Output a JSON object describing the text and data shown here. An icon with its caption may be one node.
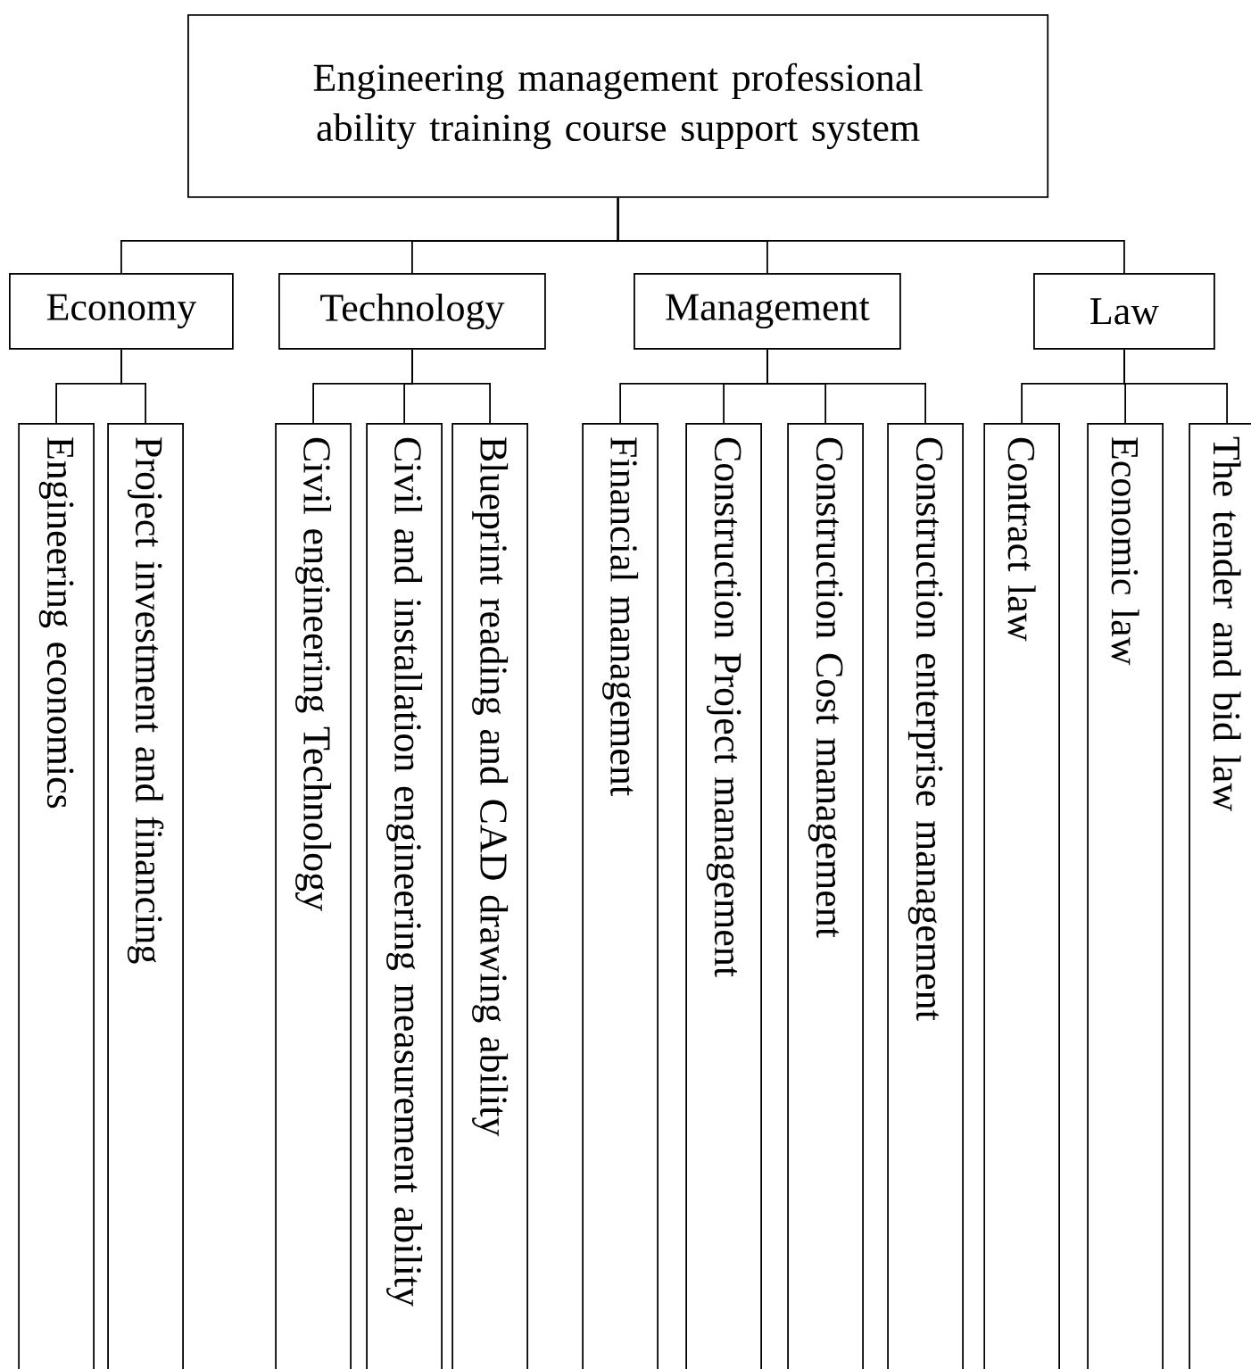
{
  "diagram": {
    "nodes": [
      {
        "text": [
          "Engineering management professional ability training course support system"
        ]
      },
      {
        "text": [
          "Economy"
        ]
      },
      {
        "text": [
          "Technology"
        ]
      },
      {
        "text": [
          "Management"
        ]
      },
      {
        "text": [
          "Law"
        ]
      },
      {
        "text": [
          "Engineering economics"
        ]
      },
      {
        "text": [
          "Project investment and financing"
        ]
      },
      {
        "text": [
          "Civil engineering Technology"
        ]
      },
      {
        "text": [
          "Civil and installation engineering measurement ability"
        ]
      },
      {
        "text": [
          "Blueprint reading and CAD drawing ability"
        ]
      },
      {
        "text": [
          "Financial management"
        ]
      },
      {
        "text": [
          "Construction Project management"
        ]
      },
      {
        "text": [
          "Construction Cost management"
        ]
      },
      {
        "text": [
          "Construction enterprise management"
        ]
      },
      {
        "text": [
          "Contract law"
        ]
      },
      {
        "text": [
          "Economic law"
        ]
      },
      {
        "text": [
          "The tender and bid law"
        ]
      }
    ],
    "edges": [
      {
        "from": 0,
        "to": 1,
        "arrow": "none"
      },
      {
        "from": 0,
        "to": 2,
        "arrow": "none"
      },
      {
        "from": 0,
        "to": 3,
        "arrow": "none"
      },
      {
        "from": 0,
        "to": 4,
        "arrow": "none"
      },
      {
        "from": 1,
        "to": 5,
        "arrow": "none"
      },
      {
        "from": 1,
        "to": 6,
        "arrow": "none"
      },
      {
        "from": 2,
        "to": 7,
        "arrow": "none"
      },
      {
        "from": 2,
        "to": 8,
        "arrow": "none"
      },
      {
        "from": 2,
        "to": 9,
        "arrow": "none"
      },
      {
        "from": 3,
        "to": 10,
        "arrow": "none"
      },
      {
        "from": 3,
        "to": 11,
        "arrow": "none"
      },
      {
        "from": 3,
        "to": 12,
        "arrow": "none"
      },
      {
        "from": 3,
        "to": 13,
        "arrow": "none"
      },
      {
        "from": 4,
        "to": 14,
        "arrow": "none"
      },
      {
        "from": 4,
        "to": 15,
        "arrow": "none"
      },
      {
        "from": 4,
        "to": 16,
        "arrow": "none"
      }
    ]
  }
}
